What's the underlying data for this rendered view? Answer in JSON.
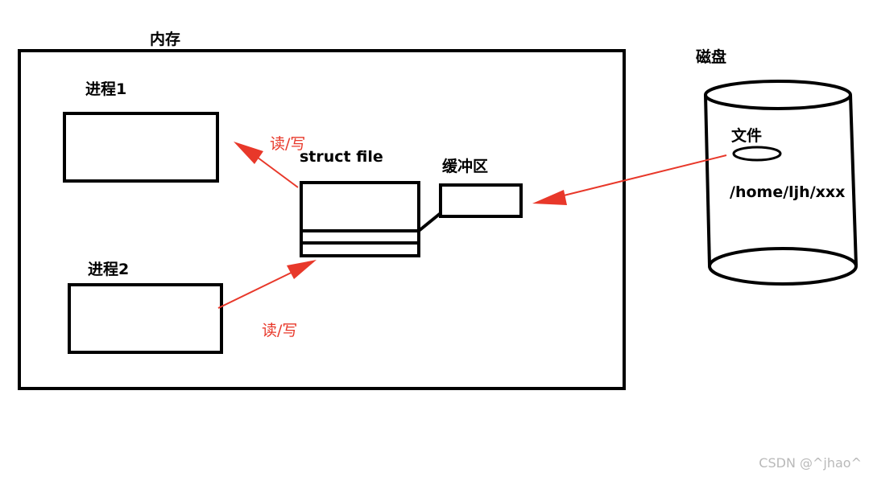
{
  "memory": {
    "label": "内存"
  },
  "process1": {
    "label": "进程1"
  },
  "process2": {
    "label": "进程2"
  },
  "struct_file": {
    "label": "struct file"
  },
  "buffer": {
    "label": "缓冲区"
  },
  "disk": {
    "label": "磁盘",
    "file_label": "文件",
    "path": "/home/ljh/xxx"
  },
  "read_write_1": "读/写",
  "read_write_2": "读/写",
  "watermark": "CSDN @^jhao^",
  "colors": {
    "arrow": "#e8382a",
    "stroke": "#000000"
  }
}
